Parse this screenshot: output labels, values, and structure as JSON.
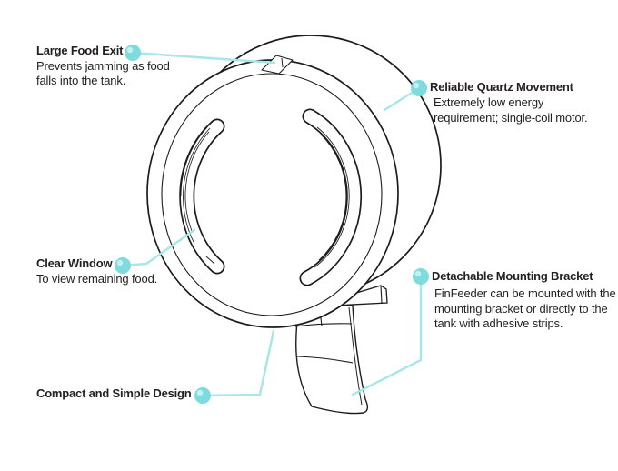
{
  "callouts": [
    {
      "id": "large-food-exit",
      "title": "Large Food Exit",
      "body": "Prevents jamming as food\nfalls into the tank."
    },
    {
      "id": "reliable-quartz-movement",
      "title": "Reliable Quartz Movement",
      "body": "Extremely low energy\nrequirement; single-coil motor."
    },
    {
      "id": "clear-window",
      "title": "Clear Window",
      "body": "To view remaining food."
    },
    {
      "id": "detachable-mounting-bracket",
      "title": "Detachable Mounting Bracket",
      "body": "FinFeeder can be mounted with the\nmounting bracket or directly to the\ntank with adhesive strips."
    },
    {
      "id": "compact-and-simple-design",
      "title": "Compact and Simple Design",
      "body": ""
    }
  ],
  "colors": {
    "accent_dot": "#7EDCDE",
    "accent_line": "#A8E7E9",
    "ink": "#231F20",
    "line_art": "#1C1C1C",
    "background": "#FFFFFF"
  }
}
